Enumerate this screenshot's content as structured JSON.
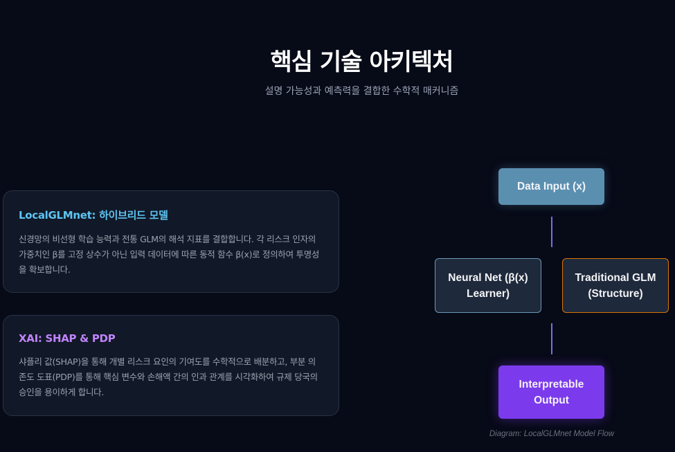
{
  "header": {
    "title": "핵심 기술 아키텍처",
    "subtitle": "설명 가능성과 예측력을 결합한 수학적 매커니즘"
  },
  "cards": [
    {
      "title": "LocalGLMnet: 하이브리드 모델",
      "body": "신경망의 비선형 학습 능력과 전통 GLM의 해석 지표를 결합합니다. 각 리스크 인자의 가중치인 β를 고정 상수가 아닌 입력 데이터에 따른 동적 함수 β(x)로 정의하여 투명성을 확보합니다.",
      "accent": "#5ec5f2"
    },
    {
      "title": "XAI: SHAP & PDP",
      "body": "샤플리 값(SHAP)을 통해 개별 리스크 요인의 기여도를 수학적으로 배분하고, 부분 의존도 도표(PDP)를 통해 핵심 변수와 손해액 간의 인과 관계를 시각화하여 규제 당국의 승인을 용이하게 합니다.",
      "accent": "#c084fc"
    }
  ],
  "diagram": {
    "nodes": {
      "input": "Data Input (x)",
      "neural_line1": "Neural Net (β(x)",
      "neural_line2": "Learner)",
      "glm_line1": "Traditional GLM",
      "glm_line2": "(Structure)",
      "output_line1": "Interpretable",
      "output_line2": "Output"
    },
    "caption": "Diagram: LocalGLMnet Model Flow",
    "colors": {
      "input": "#5b8fb0",
      "neural_border": "#6b9bb8",
      "glm_border": "#d97706",
      "output": "#7c3aed",
      "connector": "#7c6ee6"
    }
  }
}
